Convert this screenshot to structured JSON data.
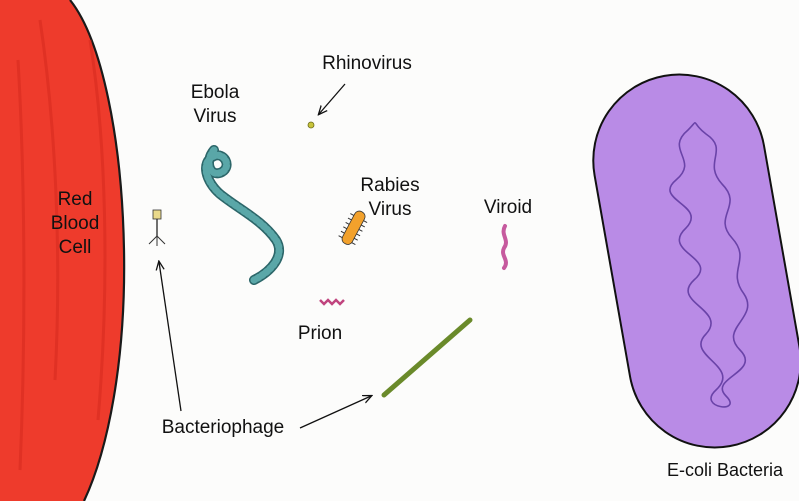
{
  "labels": {
    "red_blood_cell": [
      "Red",
      "Blood",
      "Cell"
    ],
    "ebola": [
      "Ebola",
      "Virus"
    ],
    "rhinovirus": "Rhinovirus",
    "rabies": [
      "Rabies",
      "Virus"
    ],
    "viroid": "Viroid",
    "prion": "Prion",
    "bacteriophage": "Bacteriophage",
    "ecoli": "E-coli Bacteria"
  },
  "colors": {
    "red_blood_cell": "#ee3b2c",
    "ebola": "#5aa7a8",
    "rhinovirus": "#c8c43a",
    "rabies": "#f2a12c",
    "viroid": "#c65a9e",
    "prion": "#c0447e",
    "bacteriophage": "#6a8a2a",
    "ecoli": "#b98be6"
  }
}
